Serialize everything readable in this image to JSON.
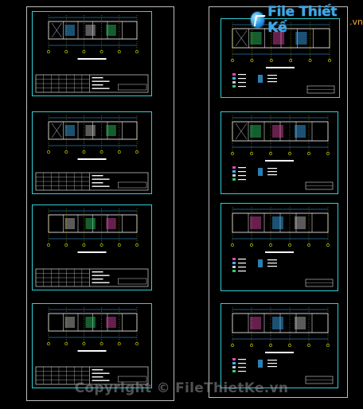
{
  "watermark": {
    "text": "Copyright © FileThietKe.vn"
  },
  "logo": {
    "brand": "File Thiết Kế",
    "tld": ".vn",
    "icon": "file-thiet-ke-logo-icon"
  },
  "colors": {
    "background": "#000000",
    "sheet_border": "#2fd0d8",
    "frame_border": "#bdbdbd",
    "wall_lines": "#ffffff",
    "axis_marks": "#e6e600",
    "dimension_lines": "#3cb4ff"
  },
  "columns": [
    {
      "id": "left",
      "sheet_count": 4
    },
    {
      "id": "right",
      "sheet_count": 4
    }
  ]
}
